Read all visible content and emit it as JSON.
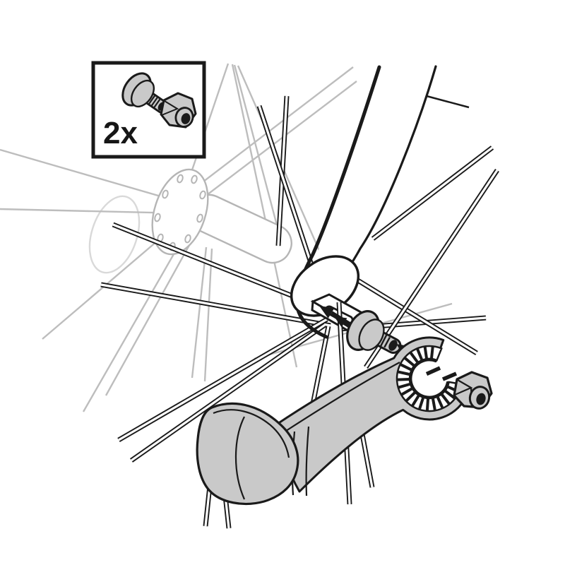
{
  "diagram": {
    "type": "bicycle-axle-hardware-installation-illustration",
    "inset": {
      "quantity_label": "2x",
      "contents": [
        "flanged mounting bolt",
        "hex lock nut"
      ]
    },
    "parts": {
      "ghost_wheel": "front wheel with hub and spokes (ghosted)",
      "fork": "bicycle front fork blade",
      "dropout_plate": "axle dropout mounting plate with slot",
      "mount_bolt": "flanged mounting bolt",
      "bracket": "axle mount bracket arm with serrated clamp opening",
      "lock_nut": "hex lock nut",
      "arrows": "installation direction arrows",
      "axis_dashes": "alignment axis dashes"
    },
    "colors": {
      "outline": "#1a1a1a",
      "part_fill": "#c9c9c9",
      "ghost": "#bdbdbd",
      "ghost_light": "#d9d9d9",
      "background": "#ffffff"
    }
  }
}
